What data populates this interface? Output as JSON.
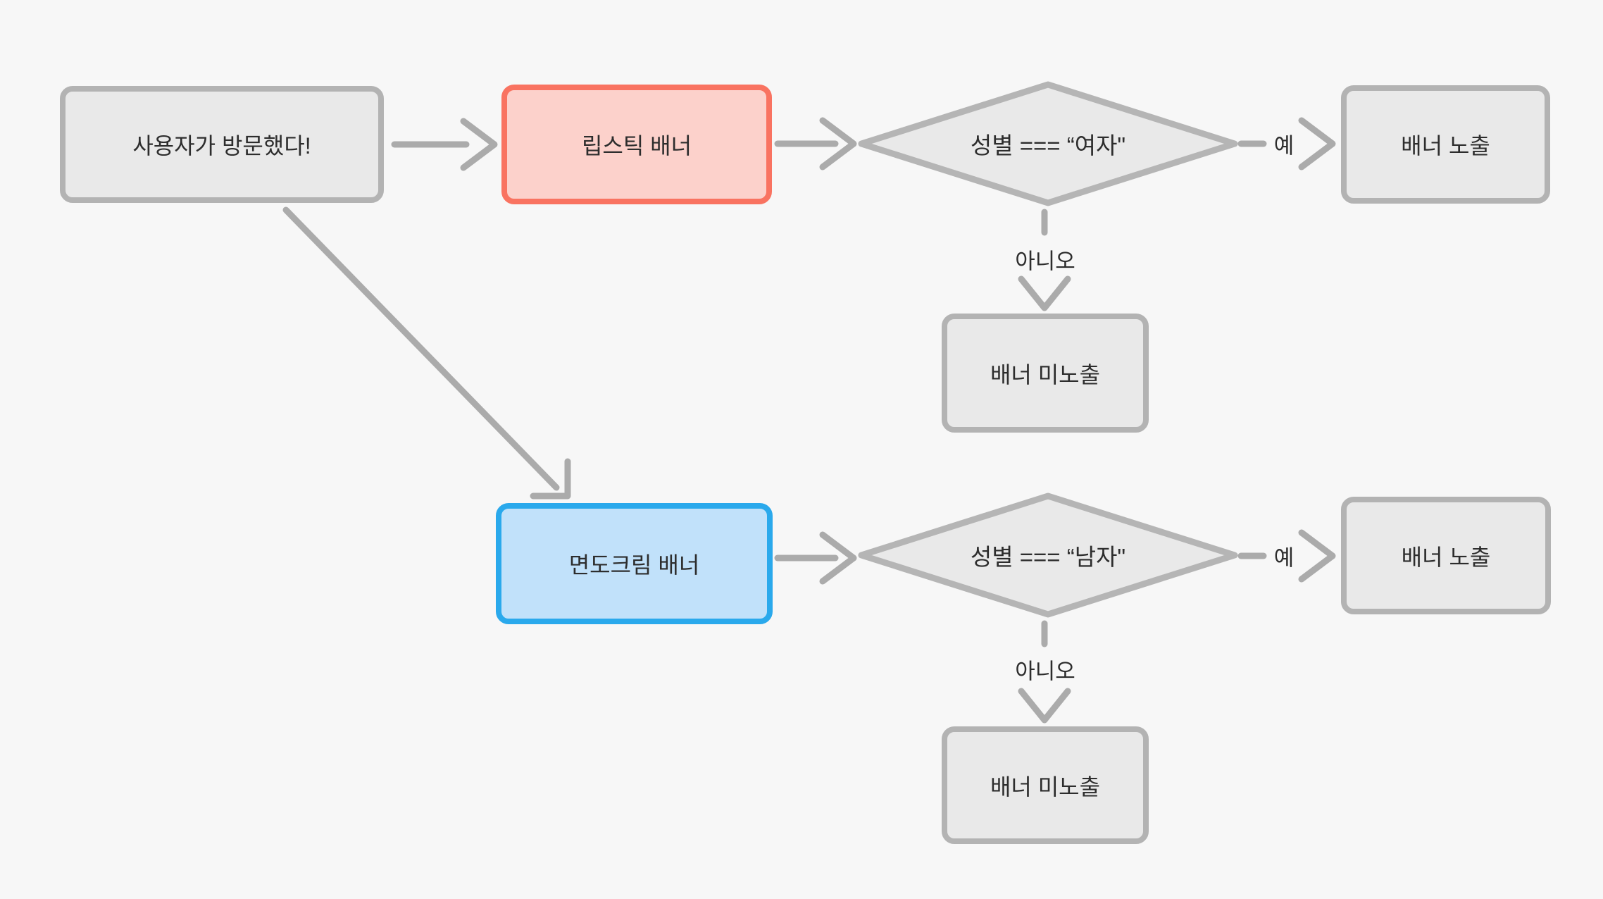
{
  "diagram": {
    "description_colors": {
      "background": "#f7f7f7",
      "node_fill": "#e9e9e9",
      "node_border": "#b3b3b3",
      "edge": "#ababab",
      "red_node_fill": "#fcd1cb",
      "red_node_border": "#f97361",
      "blue_node_fill": "#c1e1fa",
      "blue_node_border": "#2aa9ec",
      "text": "#2d2d2d"
    },
    "nodes": {
      "start": {
        "label": "사용자가 방문했다!"
      },
      "lipstick_banner": {
        "label": "립스틱 배너"
      },
      "decision_female": {
        "label": "성별 === “여자\""
      },
      "banner_show_1": {
        "label": "배너 노출"
      },
      "banner_hide_1": {
        "label": "배너 미노출"
      },
      "shaving_cream_banner": {
        "label": "면도크림 배너"
      },
      "decision_male": {
        "label": "성별 === “남자\""
      },
      "banner_show_2": {
        "label": "배너 노출"
      },
      "banner_hide_2": {
        "label": "배너 미노출"
      }
    },
    "edge_labels": {
      "yes_1": "예",
      "no_1": "아니오",
      "yes_2": "예",
      "no_2": "아니오"
    }
  }
}
